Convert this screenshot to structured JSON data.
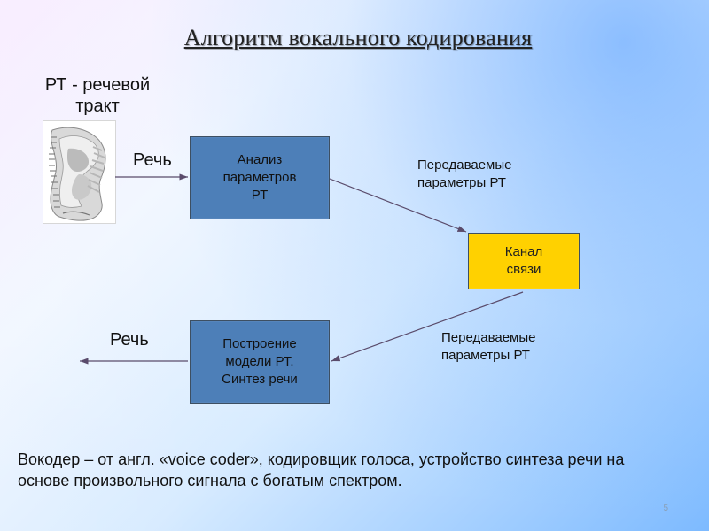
{
  "title": "Алгоритм вокального кодирования",
  "vocal_tract_label": "РТ - речевой тракт",
  "speech_input_label": "Речь",
  "speech_output_label": "Речь",
  "boxes": {
    "analysis": "Анализ\nпараметров\nРТ",
    "channel": "Канал\nсвязи",
    "synthesis": "Построение\nмодели РТ.\nСинтез речи"
  },
  "parameter_labels": {
    "top": "Передаваемые\nпараметры РТ",
    "bottom": "Передаваемые\nпараметры РТ"
  },
  "bottom_text": {
    "term": "Вокодер",
    "definition": " – от англ. «voice coder», кодировщик голоса, устройство синтеза речи на основе произвольного сигнала с богатым спектром."
  },
  "slide_number": "5",
  "colors": {
    "process_box": "#4d7fb8",
    "channel_box": "#ffd100",
    "arrow": "#5a4b6b"
  },
  "icons": {
    "vocal_tract_image": "vocal-tract-cross-section-illustration"
  }
}
